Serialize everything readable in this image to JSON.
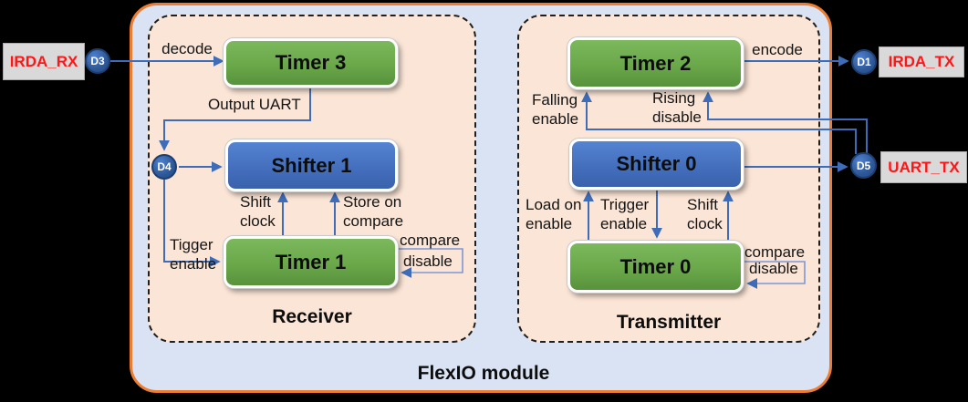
{
  "title": "FlexIO module",
  "groups": {
    "receiver": "Receiver",
    "transmitter": "Transmitter"
  },
  "nodes": {
    "timer3": "Timer 3",
    "shifter1": "Shifter 1",
    "timer1": "Timer 1",
    "timer2": "Timer 2",
    "shifter0": "Shifter 0",
    "timer0": "Timer 0"
  },
  "pins": {
    "d3": "D3",
    "d4": "D4",
    "d1": "D1",
    "d5": "D5"
  },
  "ports": {
    "irda_rx": "IRDA_RX",
    "irda_tx": "IRDA_TX",
    "uart_tx": "UART_TX"
  },
  "edge_labels": {
    "decode": "decode",
    "output_uart": "Output UART",
    "shift_clock_rx": "Shift\nclock",
    "store_on_compare": "Store on\ncompare",
    "tigger_enable": "Tigger\nenable",
    "compare_rx": "compare",
    "disable_rx": "disable",
    "encode": "encode",
    "falling_enable": "Falling\nenable",
    "rising_disable": "Rising\ndisable",
    "load_on_enable": "Load on\nenable",
    "trigger_enable": "Trigger\nenable",
    "shift_clock_tx": "Shift\nclock",
    "compare_tx": "compare",
    "disable_tx": "disable"
  },
  "colors": {
    "line_blue": "#3e6cb8",
    "node_green": "#70ad47",
    "node_blue": "#4472c4",
    "container_border": "#ed7d31",
    "container_fill": "#dae3f3",
    "group_fill": "#fbe5d6",
    "port_fill": "#d9d9d9",
    "port_text": "#ff0000"
  }
}
